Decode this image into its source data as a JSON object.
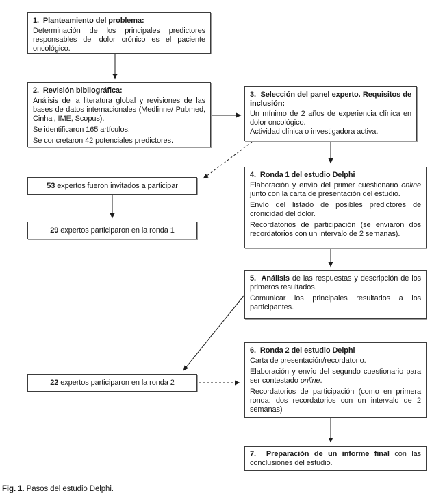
{
  "steps": {
    "s1": {
      "title": "1.  Planteamiento del problema:",
      "body": "Determinación de los principales predictores responsables del dolor crónico es el paciente oncológico."
    },
    "s2": {
      "title": "2.  Revisión bibliográfica:",
      "p1": "Análisis de la literatura global y revisiones de las bases de datos internacionales (Medlinne/ Pubmed, Cinhal, IME, Scopus).",
      "p2": "Se identificaron 165 artículos.",
      "p3": "Se concretaron 42 potenciales predictores."
    },
    "s3": {
      "title": "3.  Selección del panel experto. Requisitos de inclusión:",
      "p1": "Un mínimo de 2 años de experiencia clínica en dolor oncológico.",
      "p2": "Actividad clínica o investigadora activa."
    },
    "s4": {
      "title": "4.  Ronda 1 del estudio Delphi",
      "p1_pre": "Elaboración y envío del primer cuestionario ",
      "p1_em": "online",
      "p1_post": " junto con la carta de presentación del estudio.",
      "p2": "Envío del listado de posibles predictores de cronicidad del dolor.",
      "p3": "Recordatorios de participación (se enviaron dos recordatorios con un intervalo de 2 semanas)."
    },
    "s5": {
      "title_bold": "5.  Análisis",
      "title_rest": " de las respuestas y descripción de los primeros resultados.",
      "p2": "Comunicar los principales resultados a los participantes."
    },
    "s6": {
      "title": "6.  Ronda 2 del estudio Delphi",
      "p1": "Carta de presentación/recordatorio.",
      "p2_pre": "Elaboración y envío del segundo cuestionario para ser contestado ",
      "p2_em": "online",
      "p2_post": ".",
      "p3": "Recordatorios de participación (como en primera ronda: dos recordatorios con un intervalo de 2 semanas)"
    },
    "s7": {
      "bold": "7.  Preparación de un informe final",
      "rest": " con las conclusiones del estudio."
    }
  },
  "experts": {
    "invited": {
      "number": "53",
      "text": " expertos fueron invitados a participar"
    },
    "round1": {
      "number": "29",
      "text": " expertos participaron en la ronda 1"
    },
    "round2": {
      "number": "22",
      "text": " expertos participaron en la ronda 2"
    }
  },
  "caption": {
    "label": "Fig. 1.",
    "text": " Pasos del estudio Delphi."
  }
}
